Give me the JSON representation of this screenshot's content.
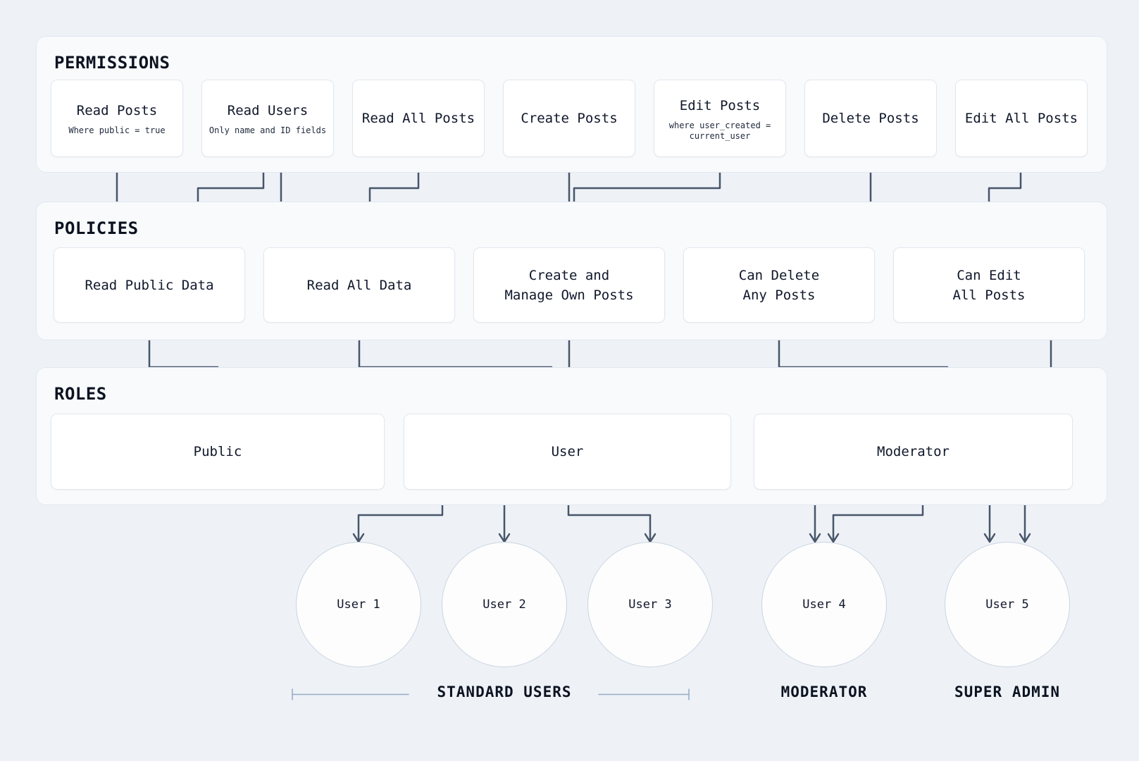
{
  "sections": {
    "permissions": {
      "label": "PERMISSIONS",
      "boxes": [
        {
          "title": "Read Posts",
          "subtitle": "Where public = true"
        },
        {
          "title": "Read Users",
          "subtitle": "Only name and ID fields"
        },
        {
          "title": "Read All Posts",
          "subtitle": ""
        },
        {
          "title": "Create Posts",
          "subtitle": ""
        },
        {
          "title": "Edit Posts",
          "subtitle": "where user_created =\ncurrent_user"
        },
        {
          "title": "Delete Posts",
          "subtitle": ""
        },
        {
          "title": "Edit All Posts",
          "subtitle": ""
        }
      ]
    },
    "policies": {
      "label": "POLICIES",
      "boxes": [
        {
          "title": "Read Public Data"
        },
        {
          "title": "Read All Data"
        },
        {
          "title": "Create and\nManage Own Posts"
        },
        {
          "title": "Can Delete\nAny Posts"
        },
        {
          "title": "Can Edit\nAll Posts"
        }
      ]
    },
    "roles": {
      "label": "ROLES",
      "boxes": [
        {
          "title": "Public"
        },
        {
          "title": "User"
        },
        {
          "title": "Moderator"
        }
      ]
    }
  },
  "users": [
    {
      "label": "User 1"
    },
    {
      "label": "User 2"
    },
    {
      "label": "User 3"
    },
    {
      "label": "User 4"
    },
    {
      "label": "User 5"
    }
  ],
  "groups": [
    {
      "label": "STANDARD USERS"
    },
    {
      "label": "MODERATOR"
    },
    {
      "label": "SUPER ADMIN"
    }
  ],
  "colors": {
    "background": "#eef2f7",
    "panel_fill": "#f8fafc",
    "panel_border": "#e2e8f0",
    "node_fill": "#ffffff",
    "node_border": "#e2e8f0",
    "circle_border": "#cbd5e1",
    "arrow": "#475569",
    "bracket": "#94a9c4",
    "text": "#0f172a"
  }
}
